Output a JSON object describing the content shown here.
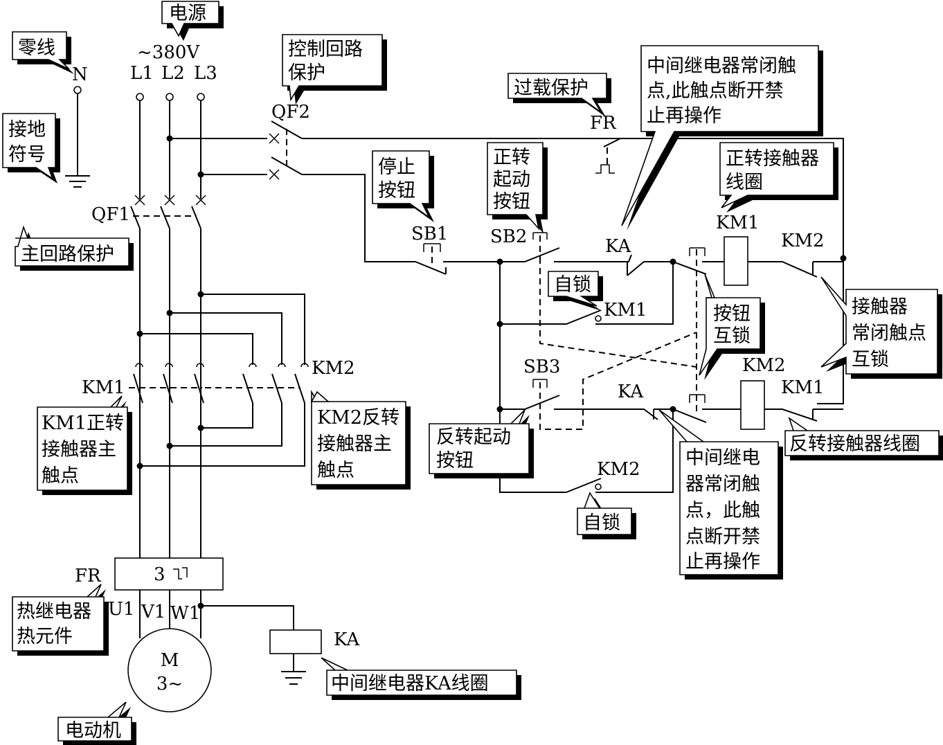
{
  "diagram": {
    "supply": {
      "voltage": "~380V",
      "phases": [
        "L1",
        "L2",
        "L3"
      ],
      "neutral": "N"
    },
    "components": {
      "qf1": "QF1",
      "qf2": "QF2",
      "fr": "FR",
      "fr_heater": "3",
      "sb1": "SB1",
      "sb2": "SB2",
      "sb3": "SB3",
      "ka": "KA",
      "km1": "KM1",
      "km2": "KM2",
      "motor_line1": "M",
      "motor_line2": "3~",
      "terminals": [
        "U1",
        "V1",
        "W1"
      ]
    },
    "callouts": {
      "neutral": [
        "零线"
      ],
      "power": [
        "电源"
      ],
      "ground": [
        "接地",
        "符号"
      ],
      "control_protect": [
        "控制回路",
        "保护"
      ],
      "overload": [
        "过载保护"
      ],
      "ka_nc_top": [
        "中间继电器常闭触",
        "点,此触点断开禁",
        "止再操作"
      ],
      "stop_button": [
        "停止",
        "按钮"
      ],
      "fwd_start": [
        "正转",
        "起动",
        "按钮"
      ],
      "fwd_coil": [
        "正转接触器",
        "线圈"
      ],
      "main_protect": [
        "主回路保护"
      ],
      "self_lock_top": [
        "自锁"
      ],
      "button_interlock": [
        "按钮",
        "互锁"
      ],
      "contact_interlock": [
        "接触器",
        "常闭触点",
        "互锁"
      ],
      "km1_main": [
        "KM1正转",
        "接触器主",
        "触点"
      ],
      "km2_main": [
        "KM2反转",
        "接触器主",
        "触点"
      ],
      "rev_start": [
        "反转起动",
        "按钮"
      ],
      "rev_coil": [
        "反转接触器线圈"
      ],
      "ka_nc_bottom": [
        "中间继电",
        "器常闭触",
        "点，此触",
        "点断开禁",
        "止再操作"
      ],
      "self_lock_bottom": [
        "自锁"
      ],
      "thermal": [
        "热继电器",
        "热元件"
      ],
      "ka_coil": [
        "中间继电器KA线圈"
      ],
      "motor": [
        "电动机"
      ]
    }
  }
}
